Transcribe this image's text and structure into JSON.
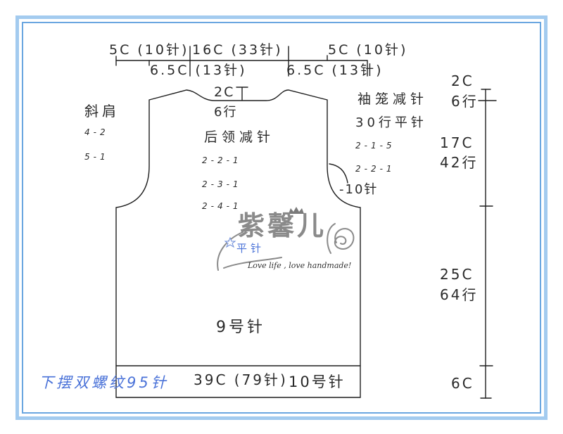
{
  "top_dimensions": {
    "upper": [
      "5C (10针)",
      "16C (33针)",
      "5C (10针)"
    ],
    "lower": [
      "6.5C (13针)",
      "6.5C (13针)"
    ]
  },
  "shoulder": {
    "title": "斜肩",
    "steps": [
      "4-2",
      "5-1"
    ]
  },
  "neck": {
    "depth": "2C",
    "rows": "6行",
    "title": "后领减针",
    "steps": [
      "2-2-1",
      "2-3-1",
      "2-4-1"
    ]
  },
  "armhole": {
    "title": "袖笼减针",
    "flat_rows": "30行平针",
    "steps": [
      "2-1-5",
      "2-2-1"
    ],
    "cast_off": "-10针"
  },
  "side_dimensions": [
    {
      "length": "2C",
      "rows": "6行"
    },
    {
      "length": "17C",
      "rows": "42行"
    },
    {
      "length": "25C",
      "rows": "64行"
    },
    {
      "length": "6C"
    }
  ],
  "body": {
    "stitch": "平针",
    "needle": "9号针"
  },
  "hem": {
    "rib": "下摆双螺纹95针",
    "width": "39C (79针)",
    "needle": "10号针"
  },
  "watermark": {
    "logo_text": "紫馨儿",
    "slogan": "Love life , love handmade!",
    "icons": [
      "crown-icon",
      "star-icon",
      "spiral-flourish"
    ]
  },
  "colors": {
    "outline": "#1e1e1e",
    "text": "#2a2a2a",
    "accent_blue": "#4a72d8",
    "watermark_gray": "#8a8a8a",
    "frame_outer": "#a3cbef",
    "frame_inner": "#6aa6e0"
  }
}
